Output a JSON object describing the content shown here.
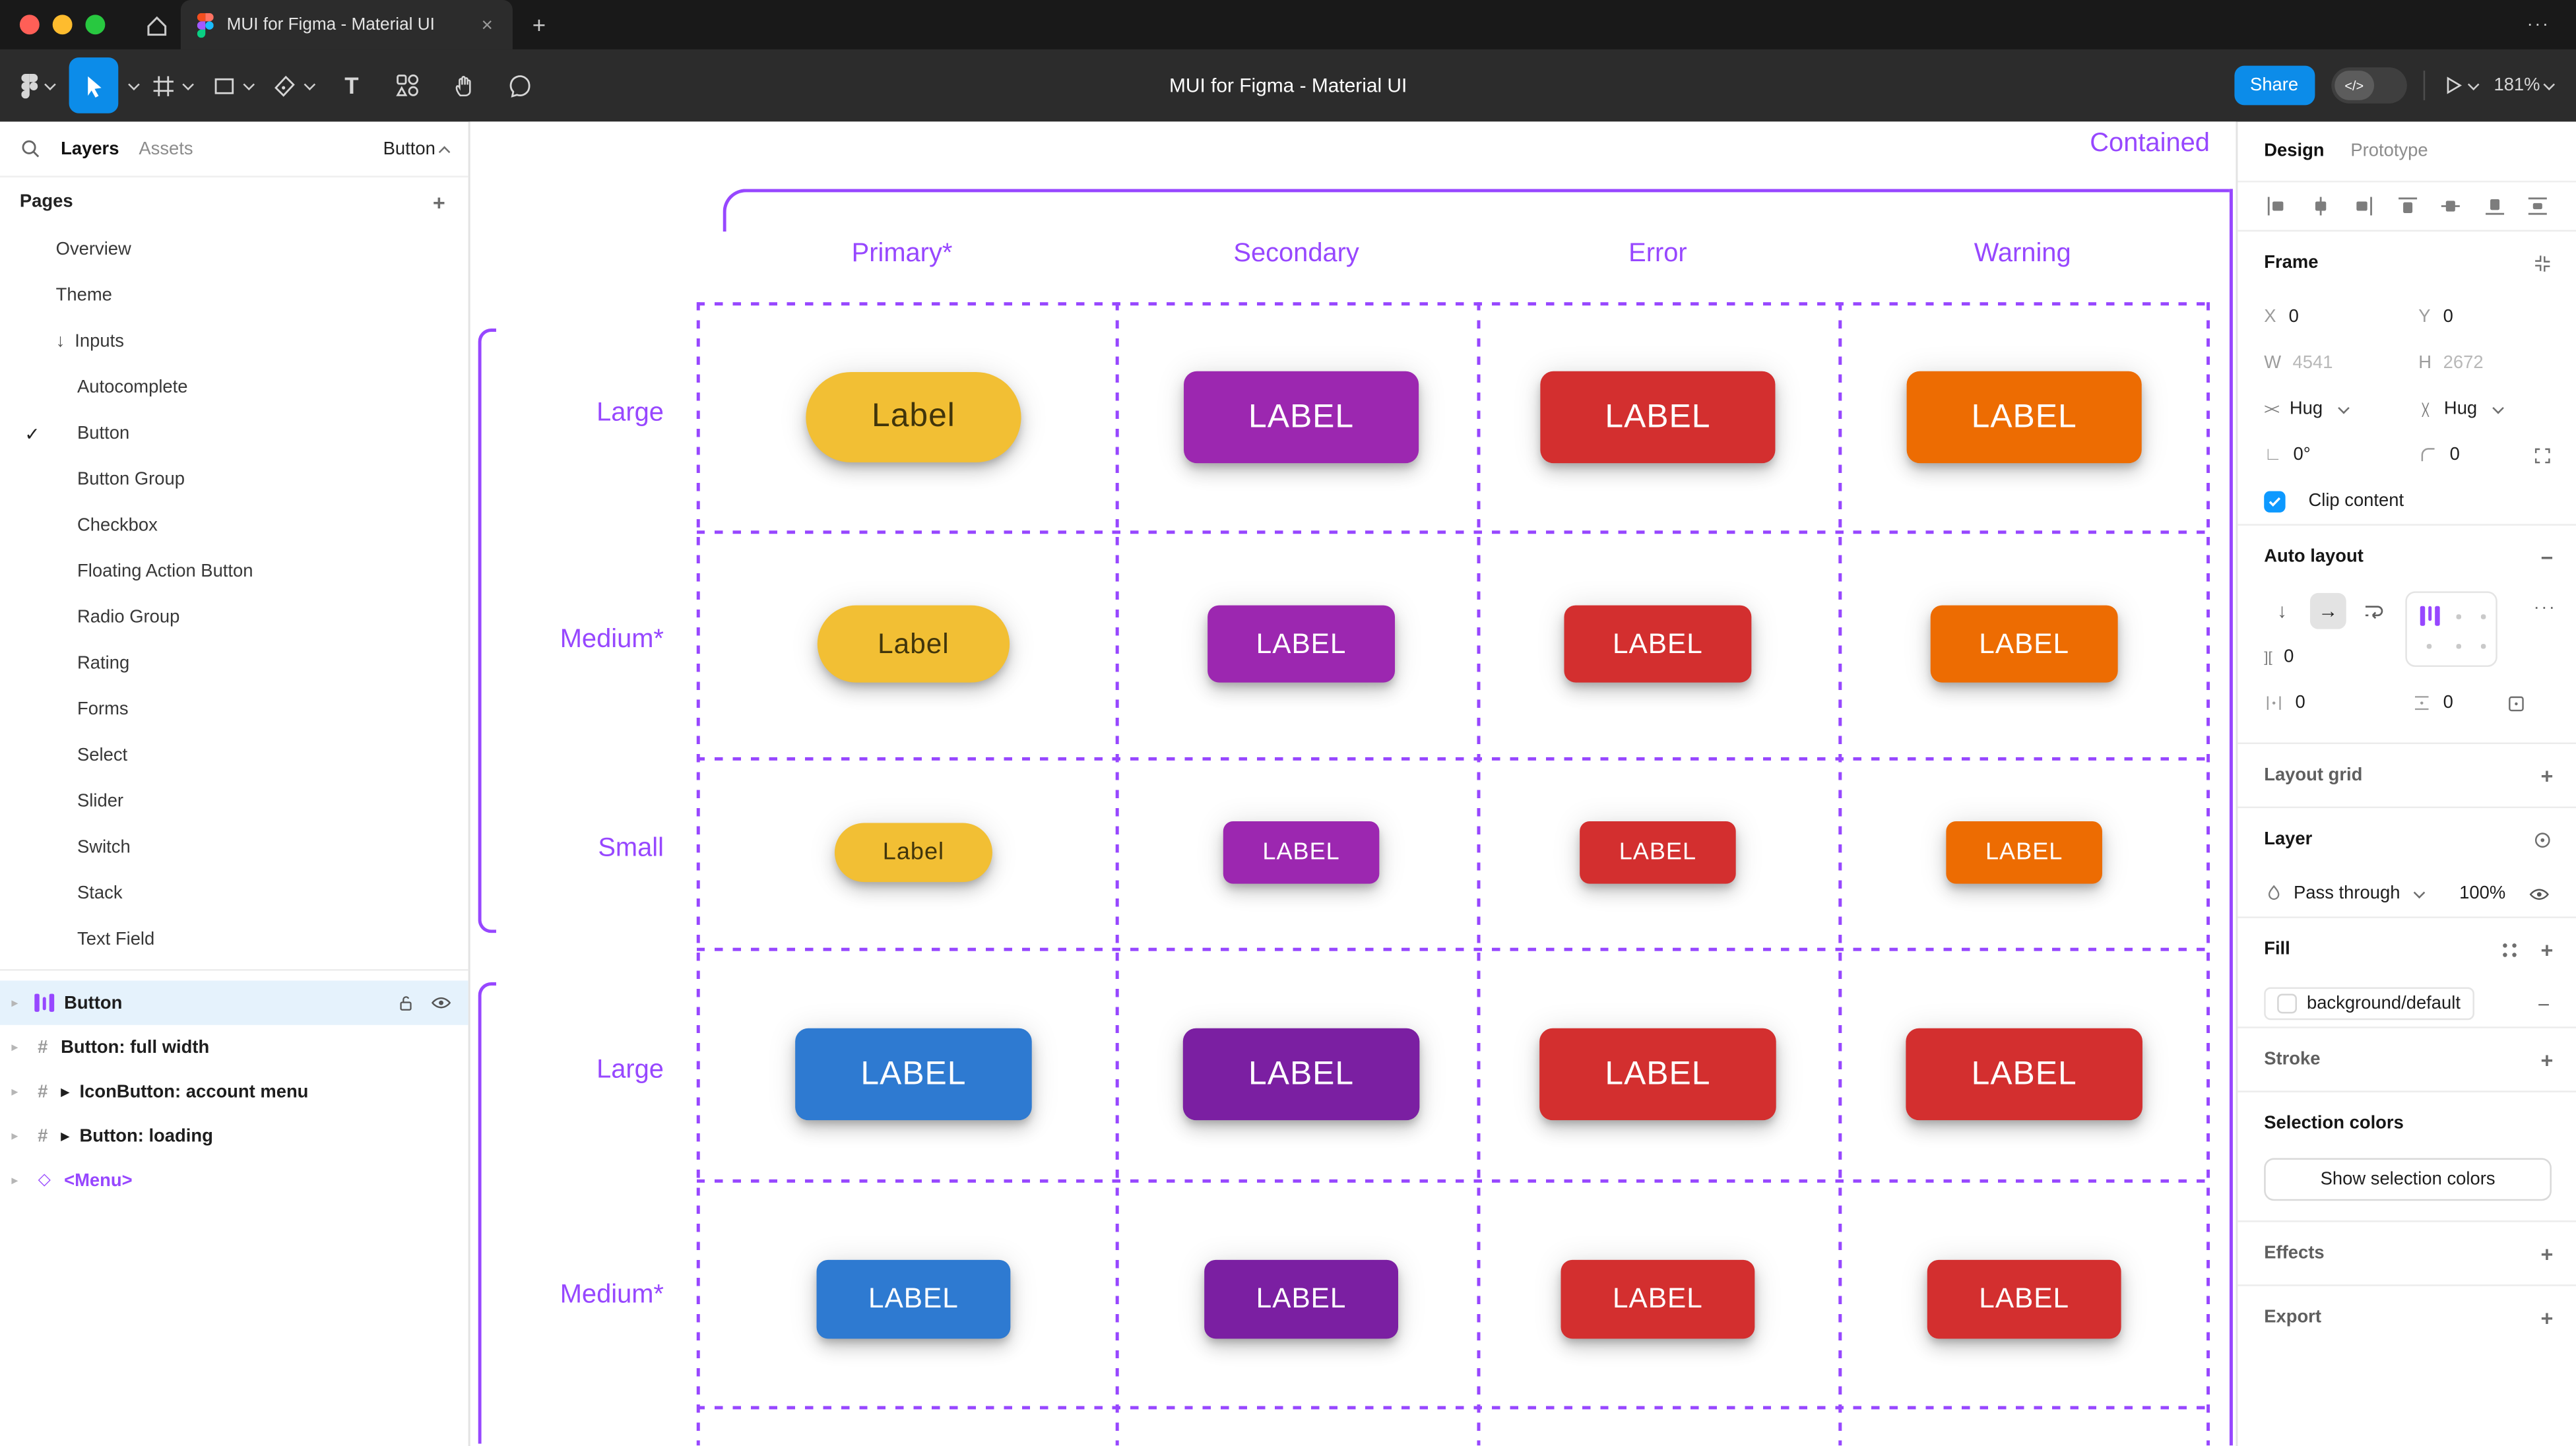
{
  "titlebar": {
    "tab_title": "MUI for Figma - Material UI",
    "close": "×",
    "new_tab": "+",
    "more": "···"
  },
  "toolbar": {
    "doc_title": "MUI for Figma - Material UI",
    "share": "Share",
    "dev_toggle": "</>",
    "zoom": "181%",
    "text_tool": "T"
  },
  "icons": {
    "hug": "><",
    "gap": "][",
    "angle": "∟",
    "more": "···",
    "plus": "+",
    "minus": "−",
    "check": "✓",
    "caret": "▸",
    "play": "▶",
    "diamond": "◇",
    "hash": "#",
    "arrow_down": "↓",
    "arrow_right": "→"
  },
  "sidebar": {
    "tab_layers": "Layers",
    "tab_assets": "Assets",
    "page_selector": "Button",
    "pages_header": "Pages",
    "pages": [
      "Overview",
      "Theme",
      "Inputs",
      "Autocomplete",
      "Button",
      "Button Group",
      "Checkbox",
      "Floating Action Button",
      "Radio Group",
      "Rating",
      "Forms",
      "Select",
      "Slider",
      "Switch",
      "Stack",
      "Text Field"
    ],
    "layers": [
      "Button",
      "Button: full width",
      "IconButton: account menu",
      "Button: loading",
      "<Menu>"
    ]
  },
  "canvas": {
    "frame_label": "Contained",
    "accent": "#9747FF",
    "columns": [
      "Primary*",
      "Secondary",
      "Error",
      "Warning"
    ],
    "rows": [
      "Large",
      "Medium*",
      "Small",
      "Large",
      "Medium*"
    ],
    "grid": {
      "r0": {
        "c0": {
          "label": "Label",
          "bg": "#F2BF34",
          "fg": "#41350B"
        },
        "c1": {
          "label": "LABEL",
          "bg": "#9C27B0",
          "fg": "#FFFFFF"
        },
        "c2": {
          "label": "LABEL",
          "bg": "#D32F2F",
          "fg": "#FFFFFF"
        },
        "c3": {
          "label": "LABEL",
          "bg": "#ED6C02",
          "fg": "#FFFFFF"
        }
      },
      "r1": {
        "c0": {
          "label": "Label",
          "bg": "#F2BF34",
          "fg": "#41350B"
        },
        "c1": {
          "label": "LABEL",
          "bg": "#9C27B0",
          "fg": "#FFFFFF"
        },
        "c2": {
          "label": "LABEL",
          "bg": "#D32F2F",
          "fg": "#FFFFFF"
        },
        "c3": {
          "label": "LABEL",
          "bg": "#ED6C02",
          "fg": "#FFFFFF"
        }
      },
      "r2": {
        "c0": {
          "label": "Label",
          "bg": "#F2BF34",
          "fg": "#41350B"
        },
        "c1": {
          "label": "LABEL",
          "bg": "#9C27B0",
          "fg": "#FFFFFF"
        },
        "c2": {
          "label": "LABEL",
          "bg": "#D32F2F",
          "fg": "#FFFFFF"
        },
        "c3": {
          "label": "LABEL",
          "bg": "#ED6C02",
          "fg": "#FFFFFF"
        }
      },
      "r3": {
        "c0": {
          "label": "LABEL",
          "bg": "#2E7AD1",
          "fg": "#FFFFFF"
        },
        "c1": {
          "label": "LABEL",
          "bg": "#7B1FA2",
          "fg": "#FFFFFF"
        },
        "c2": {
          "label": "LABEL",
          "bg": "#D32F2F",
          "fg": "#FFFFFF"
        },
        "c3": {
          "label": "LABEL",
          "bg": "#D32F2F",
          "fg": "#FFFFFF"
        }
      },
      "r4": {
        "c0": {
          "label": "LABEL",
          "bg": "#2E7AD1",
          "fg": "#FFFFFF"
        },
        "c1": {
          "label": "LABEL",
          "bg": "#7B1FA2",
          "fg": "#FFFFFF"
        },
        "c2": {
          "label": "LABEL",
          "bg": "#D32F2F",
          "fg": "#FFFFFF"
        },
        "c3": {
          "label": "LABEL",
          "bg": "#D32F2F",
          "fg": "#FFFFFF"
        }
      }
    }
  },
  "inspector": {
    "tab_design": "Design",
    "tab_prototype": "Prototype",
    "frame": {
      "title": "Frame",
      "x_label": "X",
      "x": "0",
      "y_label": "Y",
      "y": "0",
      "w_label": "W",
      "w": "4541",
      "h_label": "H",
      "h": "2672",
      "hug_h": "Hug",
      "hug_v": "Hug",
      "rotation": "0°",
      "radius": "0",
      "clip_label": "Clip content"
    },
    "auto_layout": {
      "title": "Auto layout",
      "gap": "0",
      "pad_h": "0",
      "pad_v": "0"
    },
    "layout_grid": {
      "title": "Layout grid"
    },
    "layer": {
      "title": "Layer",
      "blend": "Pass through",
      "opacity": "100%"
    },
    "fill": {
      "title": "Fill",
      "token": "background/default"
    },
    "stroke": {
      "title": "Stroke"
    },
    "selection_colors": {
      "title": "Selection colors",
      "show_button": "Show selection colors"
    },
    "effects": {
      "title": "Effects"
    },
    "export": {
      "title": "Export"
    }
  }
}
